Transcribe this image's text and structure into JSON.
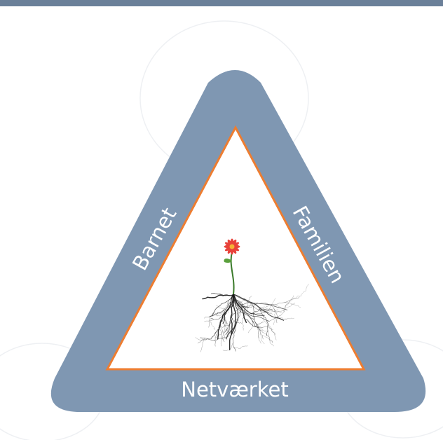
{
  "diagram": {
    "labels": {
      "left": "Barnet",
      "right": "Familien",
      "bottom": "Netværket"
    },
    "center_icon": "flower-with-roots-icon",
    "colors": {
      "triangle_frame": "#7f97b2",
      "inner_border": "#ed7d31",
      "inner_fill": "#ffffff",
      "top_bar": "#6b8099",
      "petals": "#e8423a",
      "flower_center": "#f5b335",
      "stem": "#5aa03c",
      "roots": "#1a1a1a"
    }
  }
}
